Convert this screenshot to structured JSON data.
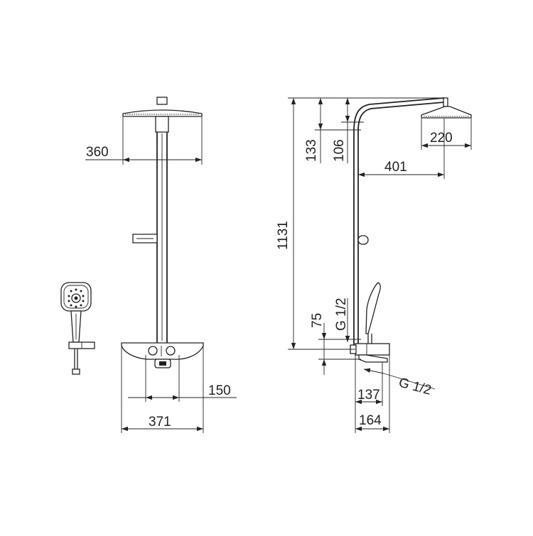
{
  "dimensions": {
    "front_head_width": "360",
    "front_valve_spacing": "150",
    "front_shelf_width": "371",
    "side_total_height": "1131",
    "side_arm_drop_133": "133",
    "side_arm_drop_106": "106",
    "side_head_diameter": "220",
    "side_arm_reach": "401",
    "side_inlet_height": "75",
    "side_inlet_thread_vertical": "G 1/2",
    "side_outlet_thread": "G 1/2",
    "side_depth_137": "137",
    "side_depth_164": "164"
  }
}
